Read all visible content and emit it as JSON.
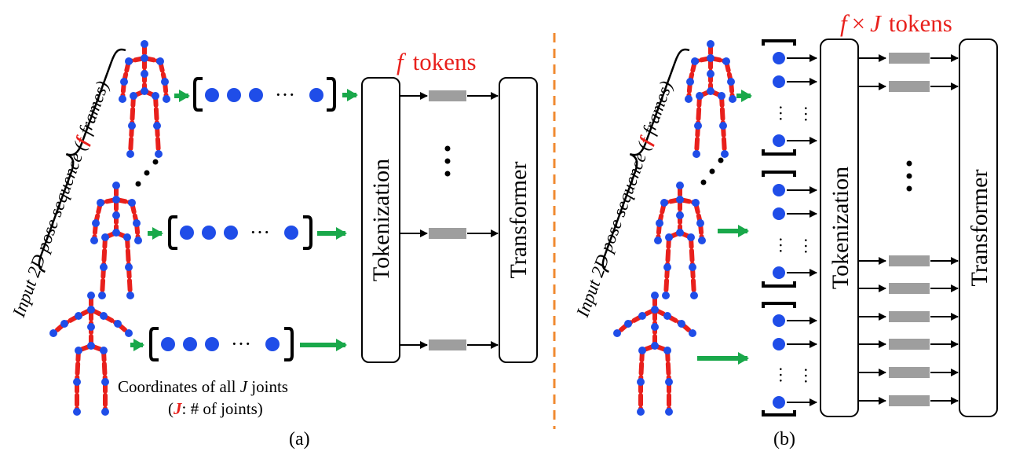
{
  "colors": {
    "joint": "#1f4de8",
    "bone": "#e8201c",
    "arrow_green": "#19a84a",
    "token_gray": "#9e9e9e",
    "divider": "#f08a30",
    "highlight_red": "#e8201c"
  },
  "panel_a": {
    "sequence_label_prefix": "Input 2D pose sequence (",
    "sequence_label_f": "f",
    "sequence_label_suffix": " frames)",
    "tokens_f": "f",
    "tokens_label": "tokens",
    "tokenization_label": "Tokenization",
    "transformer_label": "Transformer",
    "coords_caption_prefix": "Coordinates of all ",
    "coords_caption_j": "J",
    "coords_caption_suffix": " joints",
    "joints_caption_j": "J",
    "joints_caption_rest": ": # of joints)",
    "joints_caption_open": "(",
    "panel_label": "(a)",
    "ellipsis": "···"
  },
  "panel_b": {
    "sequence_label_prefix": "Input 2D pose sequence (",
    "sequence_label_f": "f",
    "sequence_label_suffix": " frames)",
    "tokens_f": "f",
    "tokens_times": "×",
    "tokens_j": "J",
    "tokens_label": "tokens",
    "tokenization_label": "Tokenization",
    "transformer_label": "Transformer",
    "panel_label": "(b)",
    "ellipsis": "···"
  }
}
